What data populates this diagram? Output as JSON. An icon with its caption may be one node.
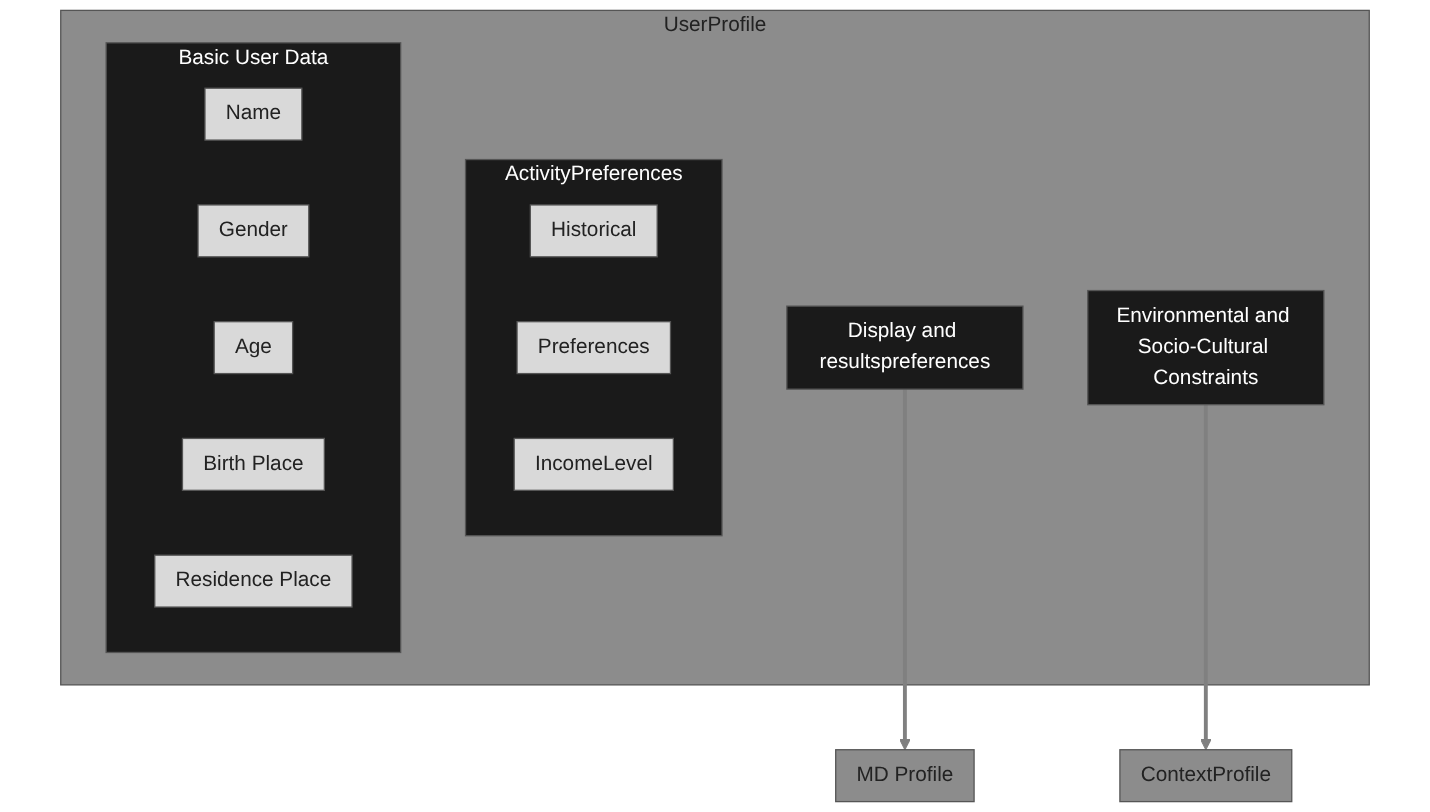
{
  "diagram": {
    "nodes": [
      {
        "text": [
          "UserProfile"
        ]
      },
      {
        "text": [
          "ActivityPreferences"
        ],
        "in": 0
      },
      {
        "text": [
          "Historical"
        ],
        "in": 1
      },
      {
        "text": [
          "Preferences"
        ],
        "in": 1
      },
      {
        "text": [
          "IncomeLevel"
        ],
        "in": 1
      },
      {
        "text": [
          "Basic User Data"
        ],
        "in": 0
      },
      {
        "text": [
          "Name"
        ],
        "in": 5
      },
      {
        "text": [
          "Gender"
        ],
        "in": 5
      },
      {
        "text": [
          "Age"
        ],
        "in": 5
      },
      {
        "text": [
          "Birth Place"
        ],
        "in": 5
      },
      {
        "text": [
          "Residence Place"
        ],
        "in": 5
      },
      {
        "text": [
          "Display and resultspreferences"
        ],
        "in": 0
      },
      {
        "text": [
          "Environmental and Socio-Cultural Constraints"
        ],
        "in": 0
      },
      {
        "text": [
          "MD Profile"
        ]
      },
      {
        "text": [
          "ContextProfile"
        ]
      }
    ],
    "edges": [
      {
        "from": 11,
        "to": 13,
        "arrow": "to"
      },
      {
        "from": 12,
        "to": 14,
        "arrow": "to"
      }
    ]
  }
}
